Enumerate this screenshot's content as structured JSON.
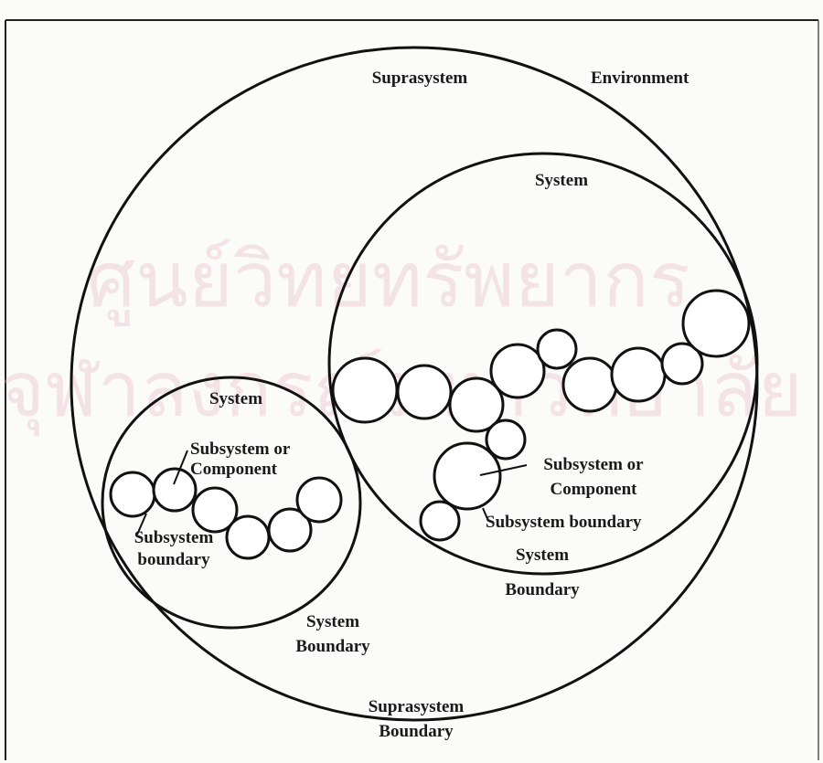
{
  "diagram": {
    "labels": {
      "suprasystem": "Suprasystem",
      "environment": "Environment",
      "system_right": "System",
      "system_left": "System",
      "subsystem_component_left": "Subsystem or\nComponent",
      "subsystem_boundary_left": "Subsystem\nboundary",
      "subsystem_component_right": "Subsystem or\nComponent",
      "subsystem_boundary_right": "Subsystem boundary",
      "system_boundary_right": "System\nBoundary",
      "system_boundary_left": "System\nBoundary",
      "suprasystem_boundary": "Suprasystem\nBoundary"
    },
    "watermark": {
      "line1": "ศูนย์วิทยทรัพยากร",
      "line2": "จุฬาลงกรณ์มหาวิทยาลัย"
    },
    "colors": {
      "line": "#111111",
      "text": "#1a1a1a",
      "watermark": "#e7b7c6"
    }
  }
}
